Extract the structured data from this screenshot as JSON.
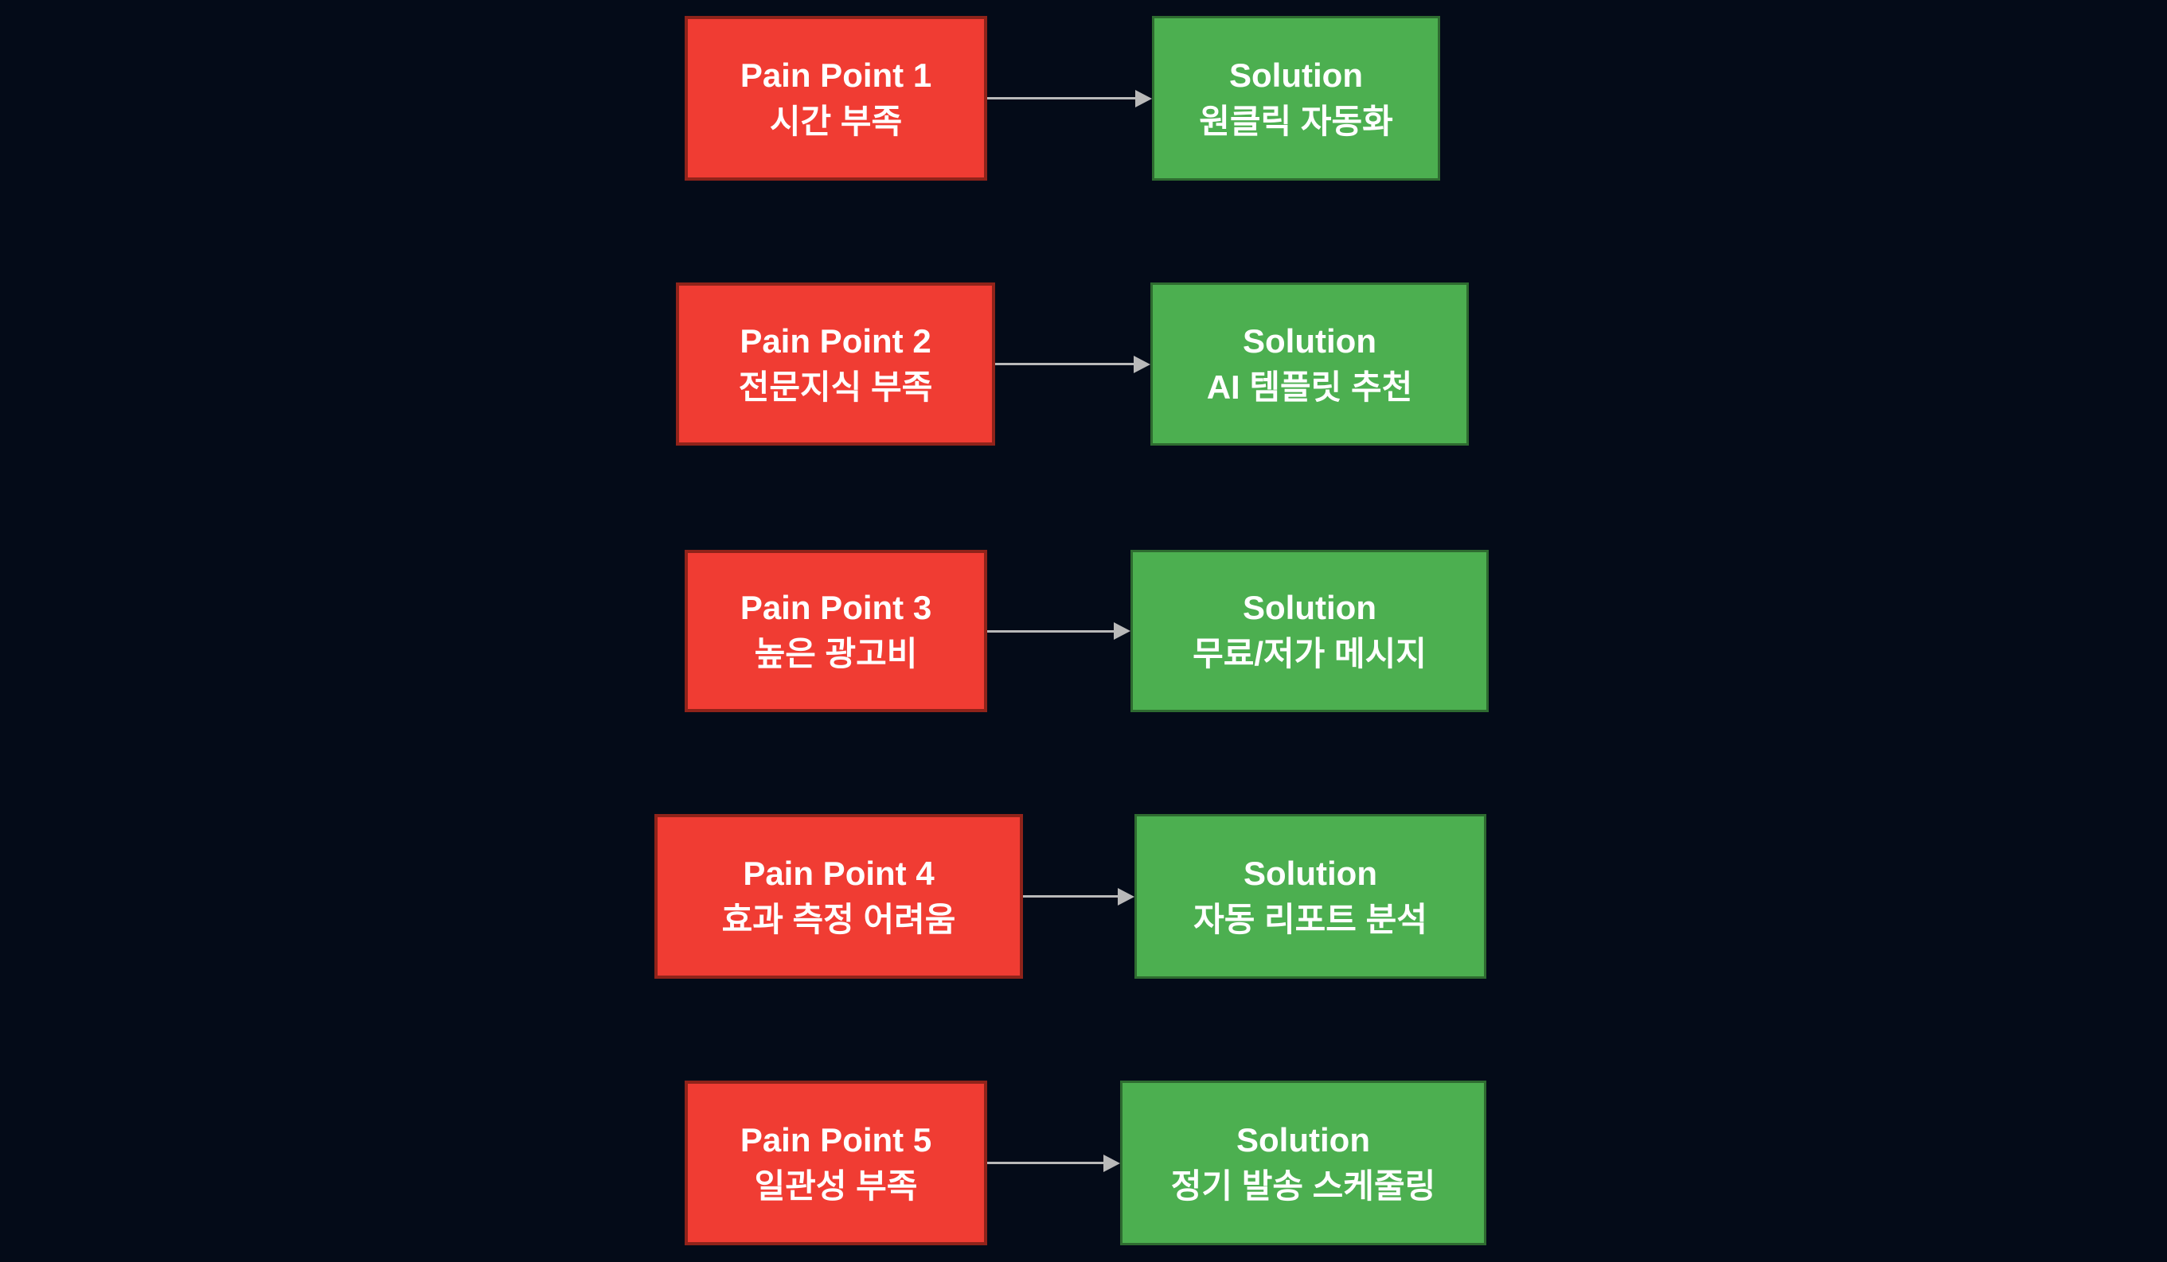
{
  "colors": {
    "bg": "#040B18",
    "pain_fill": "#F03C33",
    "pain_border": "#8F231A",
    "solution_fill": "#4CAF50",
    "solution_border": "#2E6B30",
    "arrow": "#B9B9B9",
    "text": "#FFFFFF"
  },
  "rows": [
    {
      "pain_title": "Pain Point 1",
      "pain_label": "시간 부족",
      "solution_title": "Solution",
      "solution_label": "원클릭 자동화"
    },
    {
      "pain_title": "Pain Point 2",
      "pain_label": "전문지식 부족",
      "solution_title": "Solution",
      "solution_label": "AI 템플릿 추천"
    },
    {
      "pain_title": "Pain Point 3",
      "pain_label": "높은 광고비",
      "solution_title": "Solution",
      "solution_label": "무료/저가 메시지"
    },
    {
      "pain_title": "Pain Point 4",
      "pain_label": "효과 측정 어려움",
      "solution_title": "Solution",
      "solution_label": "자동 리포트 분석"
    },
    {
      "pain_title": "Pain Point 5",
      "pain_label": "일관성 부족",
      "solution_title": "Solution",
      "solution_label": "정기 발송 스케줄링"
    }
  ]
}
